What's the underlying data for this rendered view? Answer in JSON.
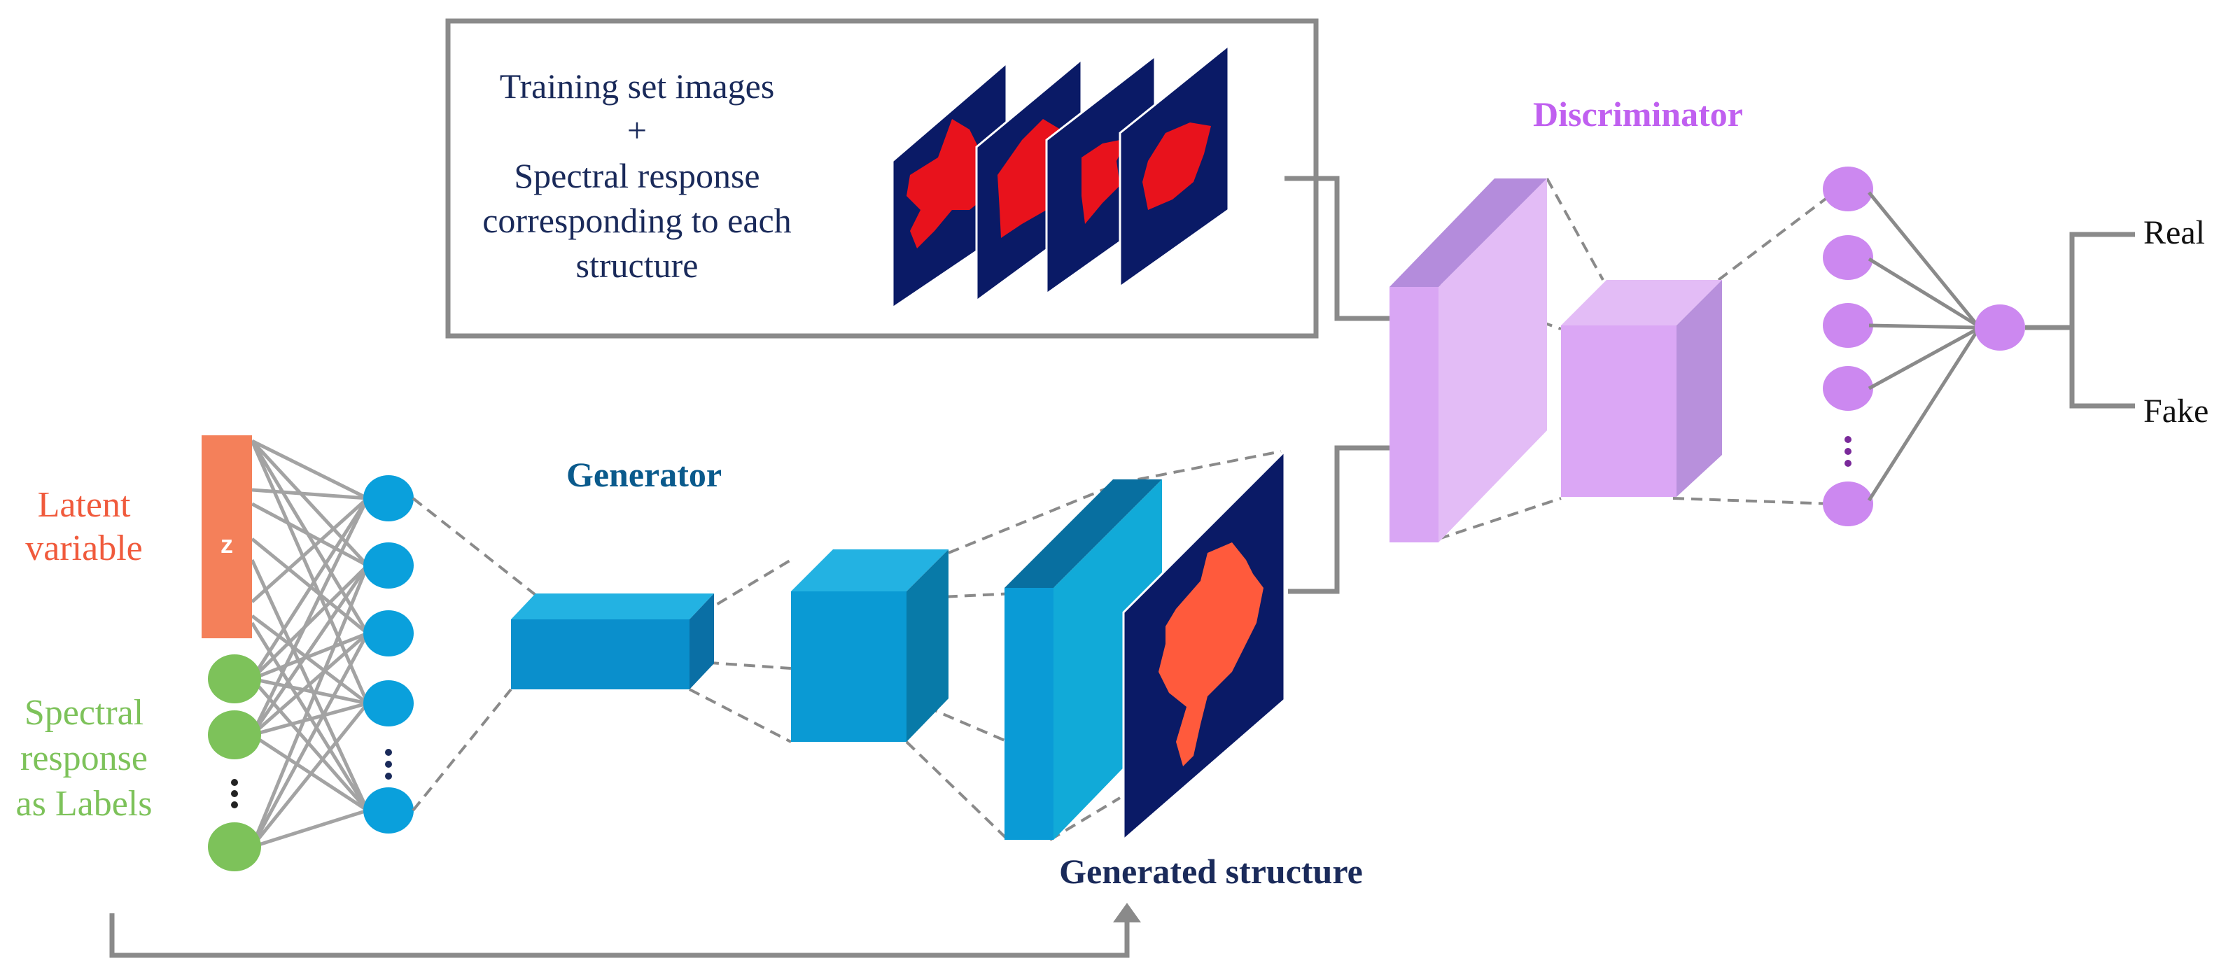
{
  "labels": {
    "training_box": [
      "Training set images",
      "+",
      "Spectral response",
      "corresponding to each",
      "structure"
    ],
    "discriminator": "Discriminator",
    "generator": "Generator",
    "latent_variable": [
      "Latent",
      "variable"
    ],
    "z": "z",
    "spectral_labels": [
      "Spectral",
      "response",
      "as Labels"
    ],
    "generated_structure": "Generated structure",
    "real": "Real",
    "fake": "Fake"
  },
  "colors": {
    "frame_gray": "#8a8a8a",
    "navy_panel": "#0a1a66",
    "red_shape": "#e8121c",
    "orange_shape": "#ff5a3c",
    "latent_orange": "#f4805a",
    "label_green": "#7dc25a",
    "node_blue": "#0aa0dc",
    "generator_text": "#0a5a8c",
    "disc_purple": "#c060f0",
    "disc_node": "#cc88f0",
    "dark_navy_text": "#1a2a5a"
  }
}
